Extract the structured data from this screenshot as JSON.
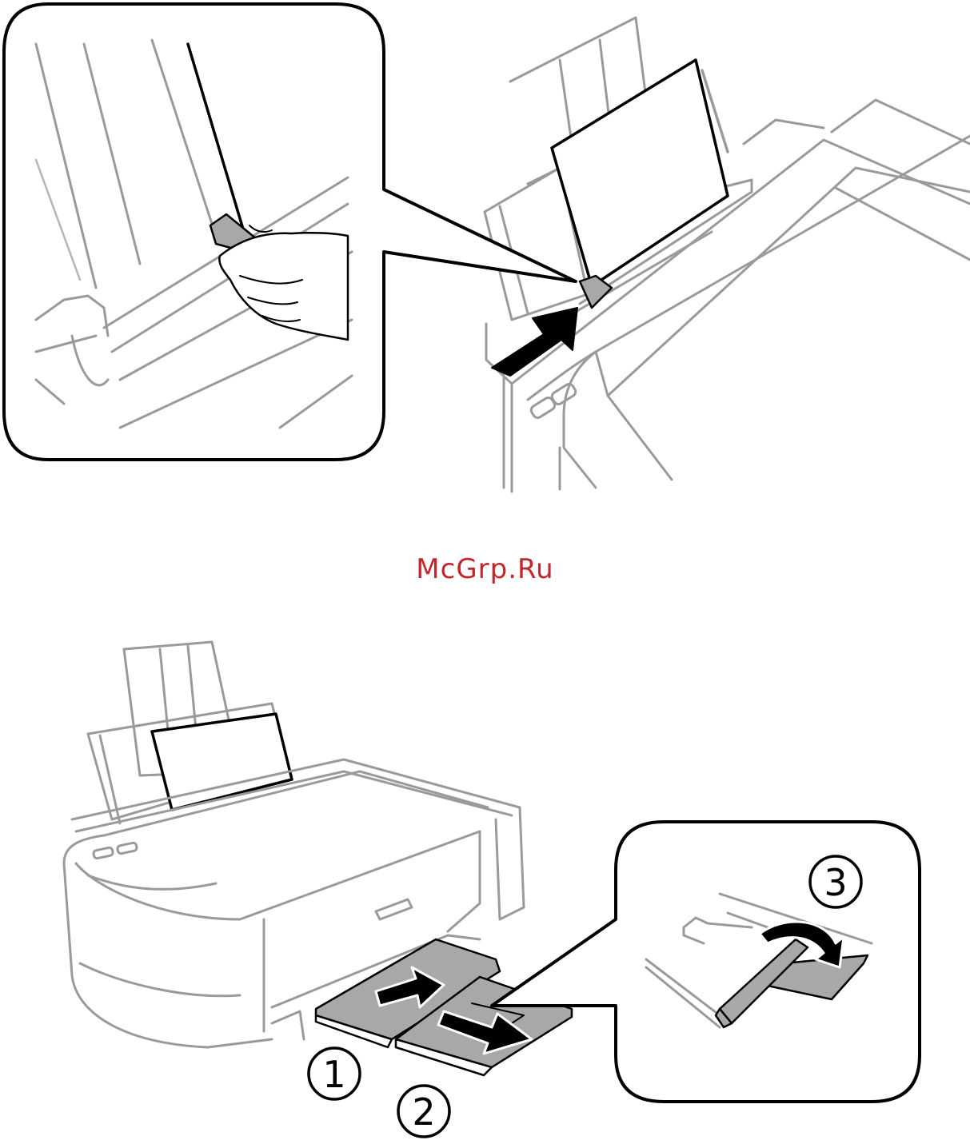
{
  "watermark": {
    "text": "McGrp.Ru",
    "color": "#c0272d"
  },
  "steps": [
    {
      "label": "1"
    },
    {
      "label": "2"
    },
    {
      "label": "3"
    }
  ],
  "colors": {
    "outline": "#000000",
    "printer_line": "#9a9a9a",
    "tray_fill": "#a8a8a8",
    "arrow": "#000000"
  }
}
